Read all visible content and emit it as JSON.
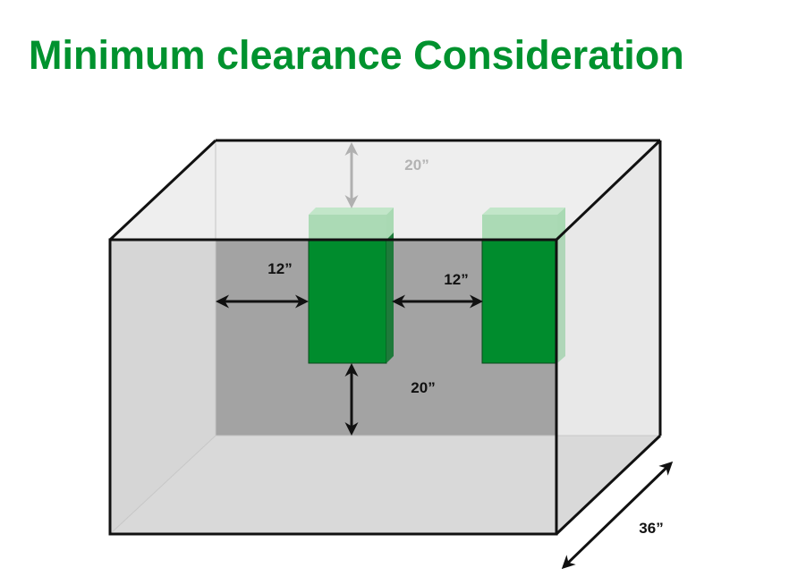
{
  "title": "Minimum clearance Consideration",
  "colors": {
    "title": "#00922e",
    "block": "#008c2d",
    "ghost_block": "#9fd6aa",
    "back_wall": "#a3a3a3",
    "side_wall": "#d6d6d6",
    "floor": "#d9d9d9",
    "frame": "#111111",
    "ghost_arrow": "#b0b0b0"
  },
  "labels": {
    "top_clearance": "20”",
    "left_clearance": "12”",
    "between_clearance": "12”",
    "bottom_clearance": "20”",
    "depth": "36”"
  }
}
